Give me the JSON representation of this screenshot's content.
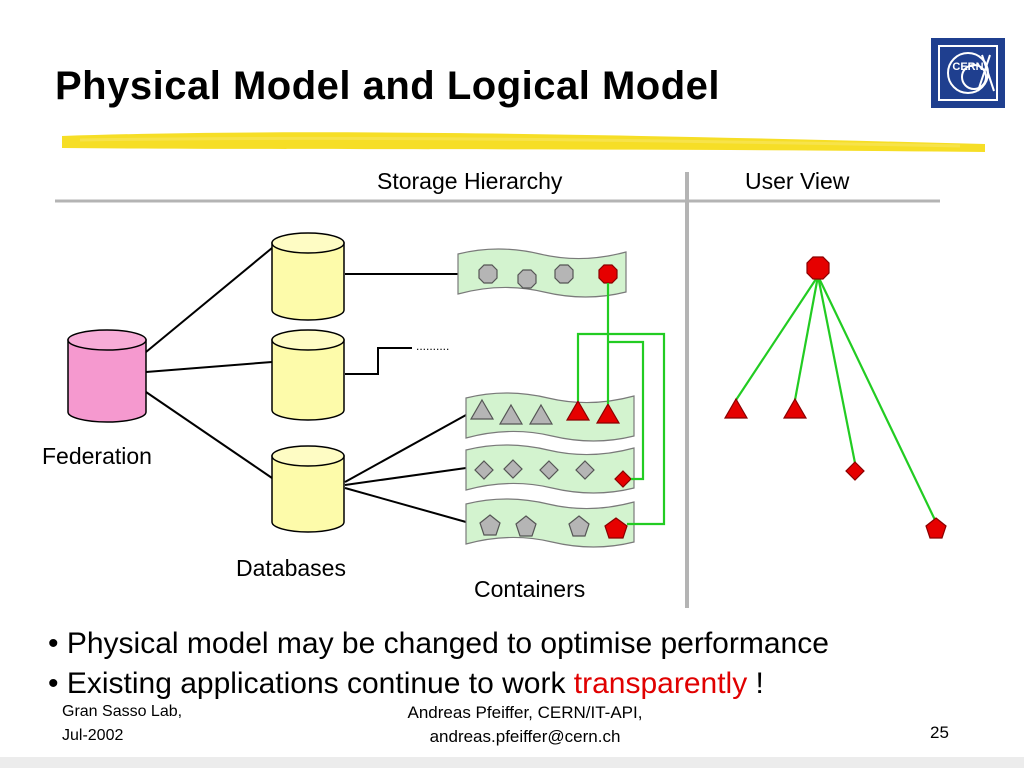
{
  "title": "Physical Model and Logical Model",
  "logo": {
    "text": "CERN"
  },
  "diagram": {
    "storage_header": "Storage Hierarchy",
    "user_header": "User View",
    "federation_label": "Federation",
    "databases_label": "Databases",
    "containers_label": "Containers",
    "ellipsis": "..........",
    "colors": {
      "federation": "#f599cf",
      "database": "#fdfbaa",
      "container": "#d3f3cf",
      "gray_shape": "#b5b5b5",
      "red_shape": "#e60000",
      "link": "#22cc22"
    }
  },
  "bullets": [
    {
      "text": "• Physical model may be changed to optimise performance"
    },
    {
      "text": "• Existing applications continue to work ",
      "highlight": "transparently",
      "suffix": " !"
    }
  ],
  "footer": {
    "left_line1": "Gran Sasso Lab,",
    "left_line2": "Jul-2002",
    "center_line1": "Andreas Pfeiffer, CERN/IT-API,",
    "center_line2": "andreas.pfeiffer@cern.ch",
    "page": "25"
  }
}
